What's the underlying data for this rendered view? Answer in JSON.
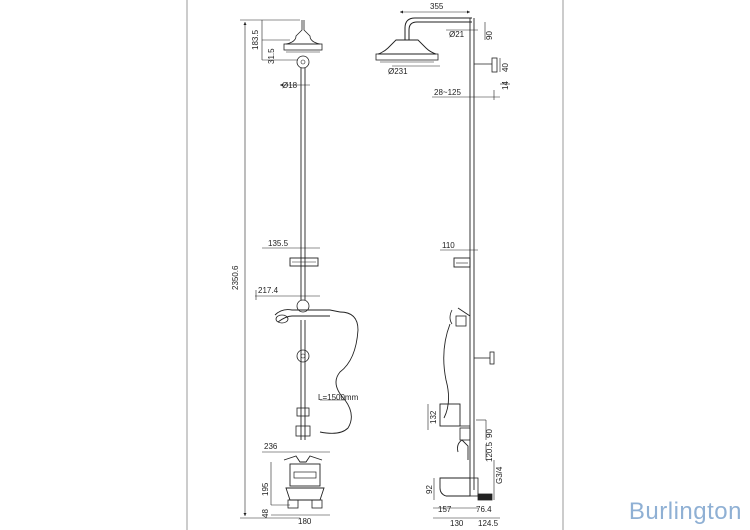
{
  "brand": {
    "name": "Burlington"
  },
  "front_view": {
    "overall_height": "2350.6",
    "head_height": "183.5",
    "head_depth": "31.5",
    "riser_diameter": "Ø18",
    "shelf_width": "135.5",
    "handset_holder_width": "217.4",
    "hose_length": "L=1500mm",
    "mixer_width": "236",
    "mixer_height": "195",
    "base_offset": "48",
    "base_width": "180"
  },
  "side_view": {
    "arm_length": "355",
    "arm_diameter": "Ø21",
    "arm_drop": "90",
    "head_diameter": "Ø231",
    "bracket_height": "40",
    "bracket_depth": "14",
    "slide_range": "28~125",
    "shelf_width": "110",
    "hose_holder_height": "132",
    "mixer_upper": "90",
    "mixer_mid": "120.5",
    "inlet_thread": "G3/4",
    "spout_height": "92",
    "spout_offset_a": "157",
    "spout_offset_b": "76.4",
    "base_depth": "130",
    "spout_reach": "124.5"
  }
}
